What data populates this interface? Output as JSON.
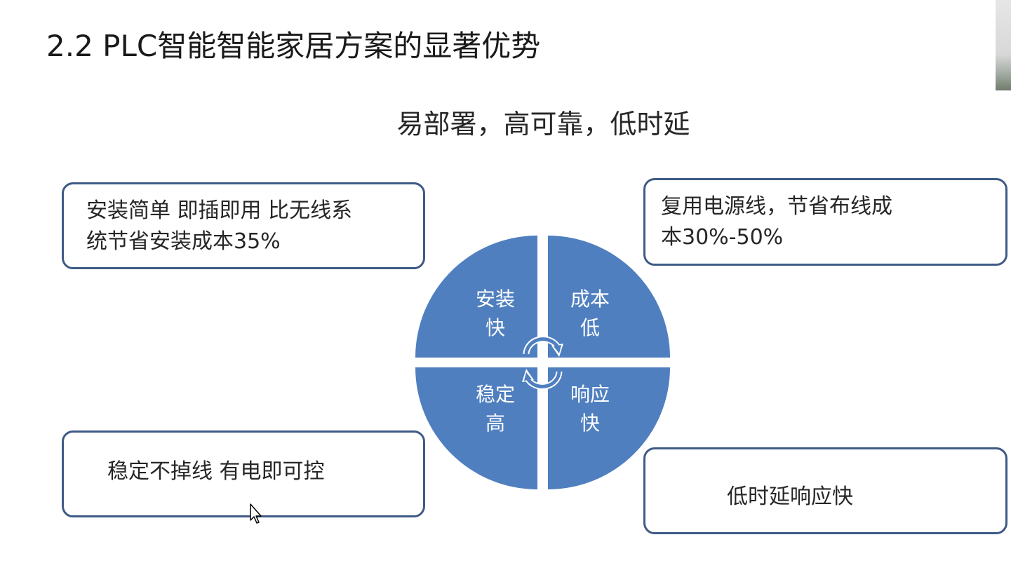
{
  "slide": {
    "title": "2.2 PLC智能智能家居方案的显著优势",
    "subtitle": "易部署，高可靠，低时延"
  },
  "callouts": {
    "install": {
      "line1": "安装简单 即插即用 比无线系",
      "line2": "统节省安装成本35%"
    },
    "cost": {
      "line1": "复用电源线，节省布线成",
      "line2": "本30%-50%"
    },
    "stable": {
      "text": "稳定不掉线 有电即可控"
    },
    "latency": {
      "text": "低时延响应快"
    }
  },
  "diagram": {
    "fill_color": "#4f7fbf",
    "quadrants": {
      "top_left": {
        "line1": "安装",
        "line2": "快"
      },
      "top_right": {
        "line1": "成本",
        "line2": "低"
      },
      "bottom_left": {
        "line1": "稳定",
        "line2": "高"
      },
      "bottom_right": {
        "line1": "响应",
        "line2": "快"
      }
    },
    "center_icon": "cycle-arrows-icon"
  },
  "overlay": {
    "cursor_icon": "mouse-pointer-icon"
  }
}
